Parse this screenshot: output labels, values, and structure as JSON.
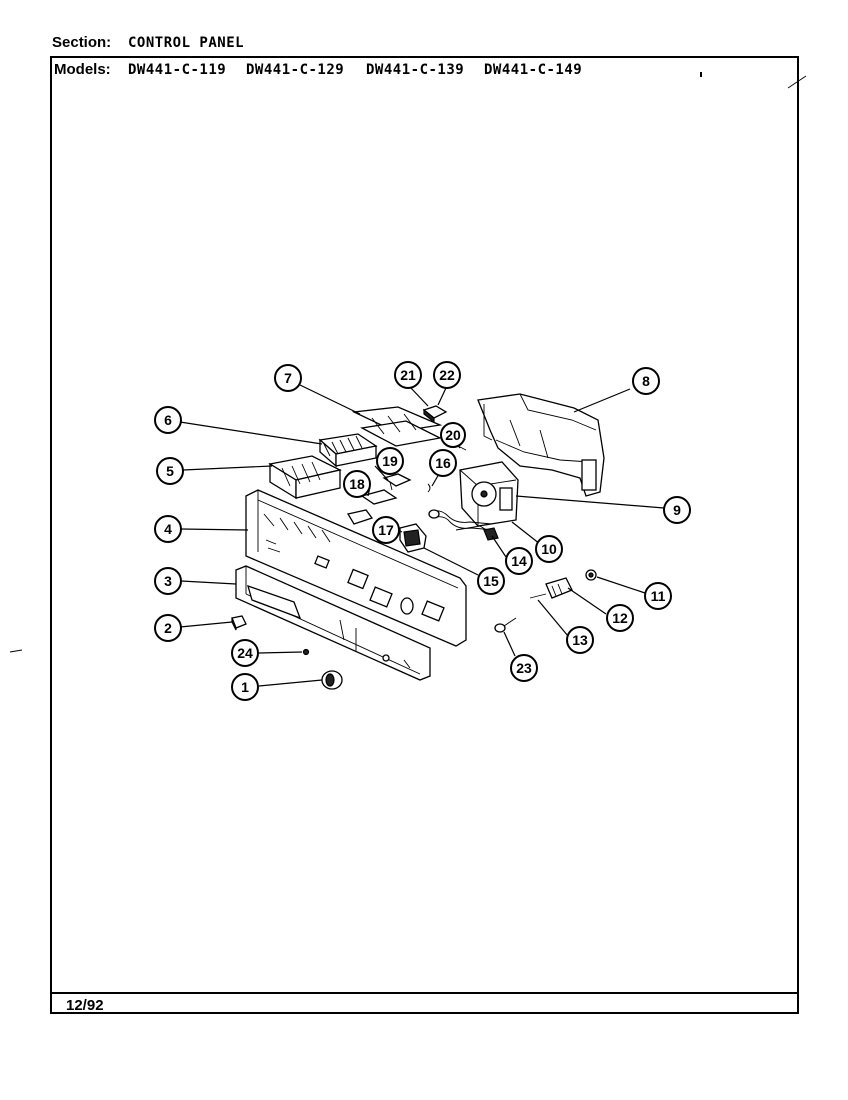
{
  "header": {
    "section_label": "Section:",
    "section_value": "CONTROL PANEL",
    "models_label": "Models:",
    "models": [
      "DW441-C-119",
      "DW441-C-129",
      "DW441-C-139",
      "DW441-C-149"
    ]
  },
  "footer": {
    "date": "12/92"
  },
  "callouts": [
    "1",
    "2",
    "3",
    "4",
    "5",
    "6",
    "7",
    "8",
    "9",
    "10",
    "11",
    "12",
    "13",
    "14",
    "15",
    "16",
    "17",
    "18",
    "19",
    "20",
    "21",
    "22",
    "23",
    "24"
  ]
}
